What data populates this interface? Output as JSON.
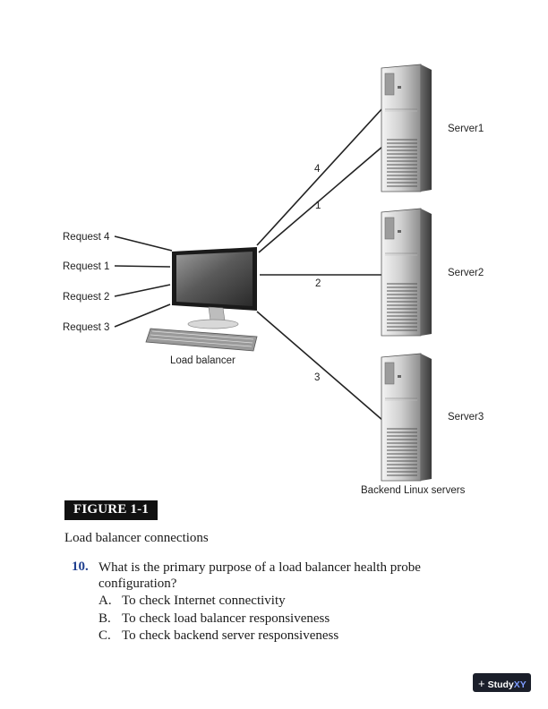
{
  "diagram": {
    "requests": [
      "Request 4",
      "Request 1",
      "Request 2",
      "Request 3"
    ],
    "load_balancer_label": "Load balancer",
    "servers": [
      "Server1",
      "Server2",
      "Server3"
    ],
    "connection_numbers": [
      "4",
      "1",
      "2",
      "3"
    ],
    "backend_label": "Backend Linux servers"
  },
  "figure": {
    "badge": "FIGURE 1-1",
    "caption": "Load balancer connections"
  },
  "question": {
    "number": "10.",
    "text": "What is the primary purpose of a load balancer health probe configuration?",
    "options": [
      {
        "letter": "A.",
        "text": "To check Internet connectivity"
      },
      {
        "letter": "B.",
        "text": "To check load balancer responsiveness"
      },
      {
        "letter": "C.",
        "text": "To check backend server responsiveness"
      }
    ]
  },
  "brand": {
    "name_part1": "Study",
    "name_part2": "XY"
  }
}
